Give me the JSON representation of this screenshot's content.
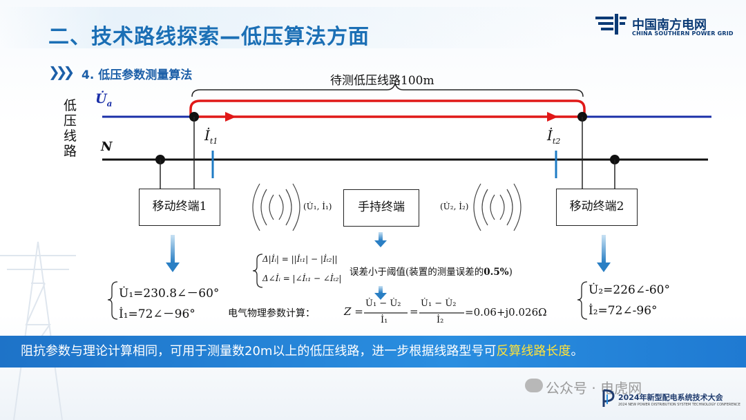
{
  "header": {
    "title": "二、技术路线探索—低压算法方面",
    "logo_cn": "中国南方电网",
    "logo_en": "CHINA SOUTHERN POWER GRID"
  },
  "section": {
    "title": "4. 低压参数测量算法"
  },
  "diagram": {
    "line_label": [
      "低",
      "压",
      "线",
      "路"
    ],
    "phase_label": "U̇",
    "phase_sub": "a",
    "neutral_label": "N",
    "span_label": "待测低压线路100m",
    "current_1": "İ",
    "current_1_sub": "t1",
    "current_2": "İ",
    "current_2_sub": "t2",
    "box_mobile_1": "移动终端1",
    "box_handheld": "手持终端",
    "box_mobile_2": "移动终端2",
    "signal_1": "(U̇₁, İ₁)",
    "signal_2": "(U̇₂, İ₂)",
    "cond_1": "Δ|İᵢ| = ||İₜ₁| − |İₜ₂||",
    "cond_2": "Δ∠İᵢ = |∠İₜ₁ − ∠İₜ₂|",
    "cond_note_prefix": "误差小于阈值(装置的测量误差的",
    "cond_note_bold": "0.5%",
    "cond_note_suffix": ")",
    "left_u": "U̇₁=230.8∠－60°",
    "left_i": "İ₁=72∠－96°",
    "right_u": "U̇₂=226∠-60°",
    "right_i": "İ₂=72∠-96°",
    "calc_label": "电气物理参数计算：",
    "calc_z": "Z =",
    "calc_num_1": "U̇₁ − U̇₂",
    "calc_den_1": "İ₁",
    "calc_num_2": "U̇₁ − U̇₂",
    "calc_den_2": "İ₂",
    "calc_result": "=0.06+j0.026Ω"
  },
  "banner": {
    "text_main": "阻抗参数与理论计算相同，可用于测量数20m以上的低压线路，进一步根据线路型号可",
    "text_highlight": "反算线路长度",
    "text_end": "。"
  },
  "footer": {
    "watermark": "公众号 · 电虎网",
    "conference": "2024年新型配电系统技术大会",
    "conference_en": "2024 NEW POWER DISTRIBUTION SYSTEM TECHNOLOGY CONFERENCE"
  },
  "colors": {
    "phase_line": "#1a2fa8",
    "neutral_line": "#111111",
    "current_path": "#e01818",
    "arrow_blue": "#3a8fd0",
    "banner": "#1e73c8",
    "highlight": "#ffe23a",
    "title": "#1b6fb5"
  }
}
